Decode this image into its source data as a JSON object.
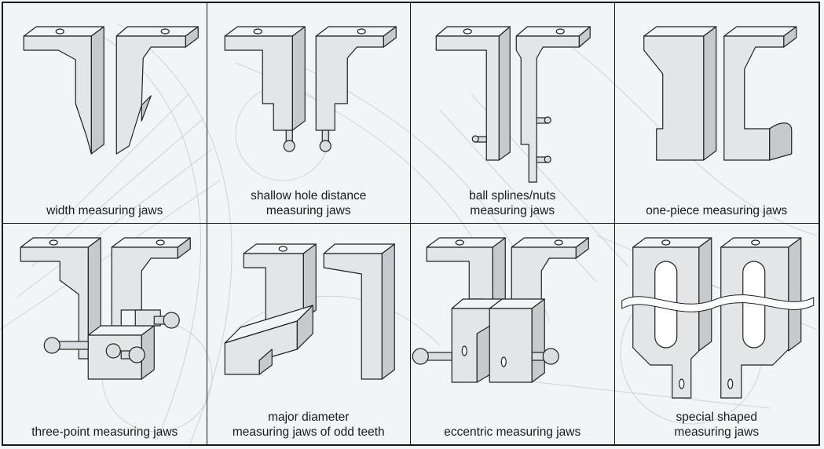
{
  "cells": [
    {
      "id": "width",
      "lines": [
        "width measuring jaws"
      ]
    },
    {
      "id": "shallow-hole",
      "lines": [
        "shallow hole distance",
        "measuring jaws"
      ]
    },
    {
      "id": "ball-splines",
      "lines": [
        "ball splines/nuts",
        "measuring jaws"
      ]
    },
    {
      "id": "one-piece",
      "lines": [
        "one-piece measuring jaws"
      ]
    },
    {
      "id": "three-point",
      "lines": [
        "three-point measuring jaws"
      ]
    },
    {
      "id": "major-diameter",
      "lines": [
        "major diameter",
        "measuring jaws of odd teeth"
      ]
    },
    {
      "id": "eccentric",
      "lines": [
        "eccentric measuring jaws"
      ]
    },
    {
      "id": "special-shaped",
      "lines": [
        "special shaped",
        "measuring jaws"
      ]
    }
  ]
}
